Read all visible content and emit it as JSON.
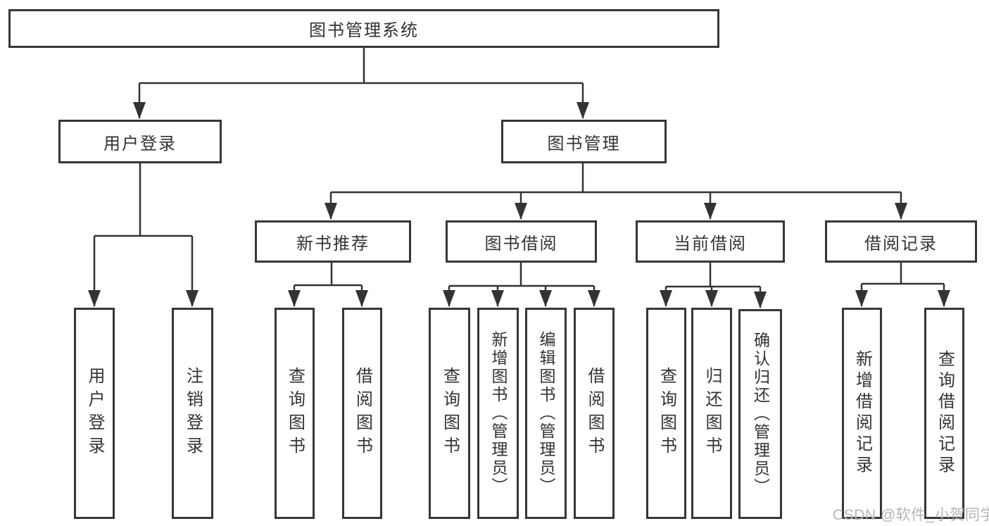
{
  "tree": {
    "label": "图书管理系统",
    "children": [
      {
        "label": "用户登录",
        "children": [
          {
            "label": "用户登录"
          },
          {
            "label": "注销登录"
          }
        ]
      },
      {
        "label": "图书管理",
        "children": [
          {
            "label": "新书推荐",
            "children": [
              {
                "label": "查询图书"
              },
              {
                "label": "借阅图书"
              }
            ]
          },
          {
            "label": "图书借阅",
            "children": [
              {
                "label": "查询图书"
              },
              {
                "label": "新增图书（管理员）"
              },
              {
                "label": "编辑图书（管理员）"
              },
              {
                "label": "借阅图书"
              }
            ]
          },
          {
            "label": "当前借阅",
            "children": [
              {
                "label": "查询图书"
              },
              {
                "label": "归还图书"
              },
              {
                "label": "确认归还（管理员）"
              }
            ]
          },
          {
            "label": "借阅记录",
            "children": [
              {
                "label": "新增借阅记录"
              },
              {
                "label": "查询借阅记录"
              }
            ]
          }
        ]
      }
    ]
  },
  "watermark": {
    "text": "CSDN @软件_小贺同学"
  },
  "colors": {
    "background": "#ffffff",
    "line": "#333333",
    "box_border": "#363636",
    "text": "#333333",
    "watermark": "#b5b5b5"
  }
}
